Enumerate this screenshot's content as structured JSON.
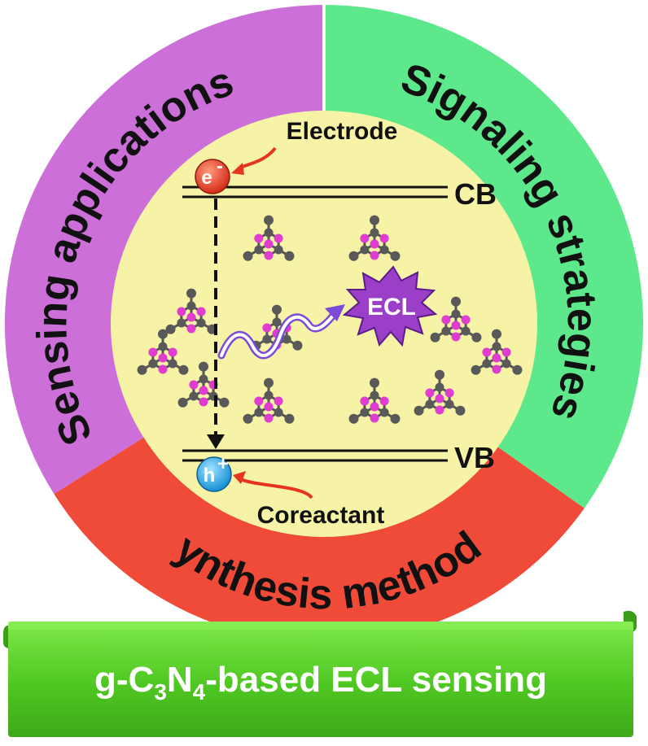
{
  "segments": {
    "sensing": "Sensing applications",
    "signaling": "Signaling strategies",
    "synthesis": "Synthesis methods"
  },
  "center": {
    "electrode": "Electrode",
    "coreactant": "Coreactant",
    "cb": "CB",
    "vb": "VB",
    "ecl": "ECL",
    "electron": "e",
    "electron_sup": "-",
    "hole": "h",
    "hole_sup": "+"
  },
  "banner": {
    "prefix": "g-C",
    "sub1": "3",
    "mid": "N",
    "sub2": "4",
    "suffix": "-based ECL sensing"
  },
  "colors": {
    "sensing": "#cc6fd8",
    "signaling": "#5de88c",
    "synthesis": "#f04a38",
    "center": "#f7f3a6",
    "banner": "#55d128",
    "electron": "#e5402a",
    "hole": "#27a9e6",
    "ecl_burst": "#9b3fc9",
    "carbon_atom": "#595959",
    "nitrogen_atom": "#e03ccf"
  },
  "icons": [
    "electron-icon",
    "hole-icon",
    "ecl-burst-icon",
    "emission-arrow-icon",
    "transfer-arrow-icon"
  ]
}
